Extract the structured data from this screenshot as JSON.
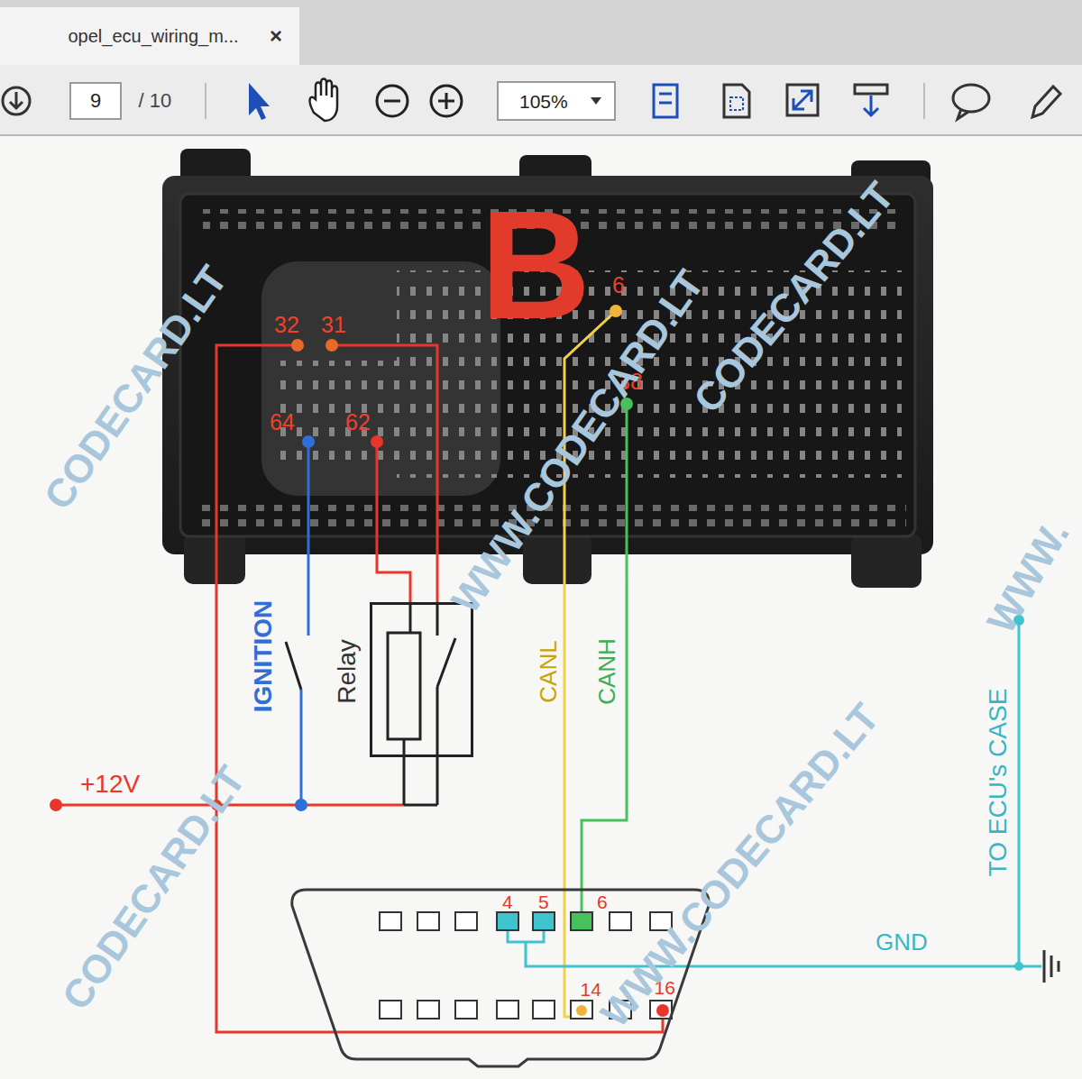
{
  "diagram": {
    "nodes": [
      {
        "text": [
          "B"
        ]
      },
      {
        "text": [
          "Relay"
        ]
      },
      {
        "text": [
          "4",
          "5",
          "6",
          "14",
          "16"
        ]
      }
    ],
    "edges": [
      {
        "from": 0,
        "to": 1,
        "arrow": "none"
      },
      {
        "from": 0,
        "to": 1,
        "arrow": "none"
      },
      {
        "from": 0,
        "to": 2,
        "arrow": "none"
      },
      {
        "from": 0,
        "to": 2,
        "label": "CANL",
        "arrow": "none"
      },
      {
        "from": 0,
        "to": 2,
        "label": "CANH",
        "arrow": "none"
      }
    ],
    "labels": [
      "opel_ecu_wiring_m...",
      "×",
      "9",
      "/ 10",
      "105%",
      "32",
      "31",
      "64",
      "62",
      "6",
      "38",
      "IGNITION",
      "+12V",
      "GND",
      "TO ECU's CASE",
      "CODECARD.LT",
      "WWW.CODECARD.LT",
      "CODECARD.LT",
      "CODECARD.LT",
      "WWW.CODECARD.LT",
      "WWW."
    ]
  }
}
